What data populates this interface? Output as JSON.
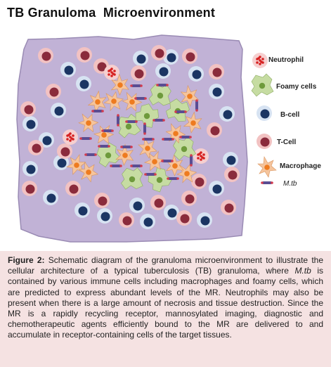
{
  "title": "TB Granuloma  Microenvironment",
  "legend": {
    "neutrophil": "Neutrophil",
    "foamy_cells": "Foamy cells",
    "b_cell": "B-cell",
    "t_cell": "T-Cell",
    "macrophage": "Macrophage",
    "mtb": "M.tb"
  },
  "colors": {
    "granuloma_fill": "#c1b2d6",
    "granuloma_stroke": "#9a8bb4",
    "macrophage_fill": "#f5c49c",
    "macrophage_nucleus": "#ee7b1f",
    "foamy_fill": "#c6dca2",
    "foamy_nucleus": "#6e9a3c",
    "b_cell_outer": "#d7e3f2",
    "b_cell_nucleus": "#1b3563",
    "t_cell_outer": "#f2c2c2",
    "t_cell_nucleus": "#8a2b3c",
    "neutrophil_fill": "#f6cfcf",
    "neutrophil_granules": "#d62020",
    "mtb_body": "#5a4d92",
    "mtb_tip": "#d23b4e",
    "caption_background": "#f5e2e2"
  },
  "caption": {
    "label": "Figure 2:",
    "text_before_mtb": " Schematic diagram of the granuloma microenvironment to illustrate the cellular architecture of a typical tuberculosis (TB) granuloma, where ",
    "mtb": "M.tb",
    "text_after_mtb": " is contained by various immune cells including macrophages and foamy cells, which are predicted to express abundant levels of the MR. Neutrophils may also be present when there is a large amount of necrosis and tissue destruction. Since the MR is a rapidly recycling receptor, mannosylated imaging, diagnostic and chemotherapeutic agents efficiently bound to the MR are delivered to and accumulate in receptor-containing cells of the target tissues."
  }
}
